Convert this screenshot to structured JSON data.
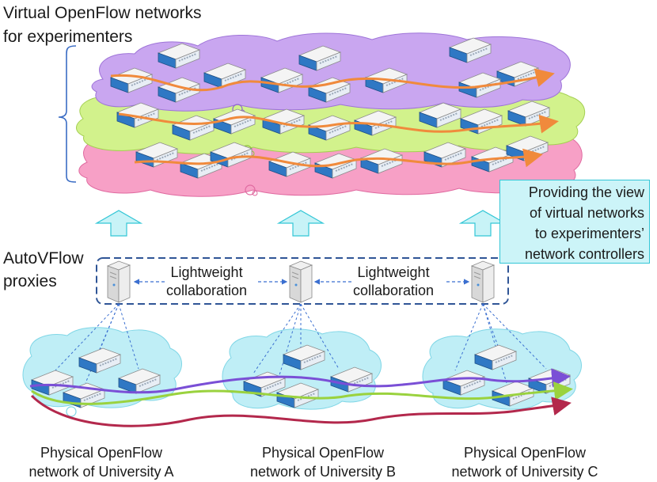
{
  "title": {
    "line1": "Virtual OpenFlow networks",
    "line2": "for experimenters"
  },
  "callout": {
    "lines": [
      "Providing the view",
      "of virtual networks",
      "to experimenters’",
      "network controllers"
    ]
  },
  "proxies_label": {
    "line1": "AutoVFlow",
    "line2": "proxies"
  },
  "collaboration": [
    {
      "line1": "Lightweight",
      "line2": "collaboration"
    },
    {
      "line1": "Lightweight",
      "line2": "collaboration"
    }
  ],
  "physical_networks": [
    {
      "line1": "Physical OpenFlow",
      "line2": "network of University A"
    },
    {
      "line1": "Physical OpenFlow",
      "line2": "network of University B"
    },
    {
      "line1": "Physical OpenFlow",
      "line2": "network of University C"
    }
  ],
  "colors": {
    "virtual_cloud_purple": "#c9a6f0",
    "virtual_cloud_green": "#d2f28c",
    "virtual_cloud_pink": "#f7a0c6",
    "physical_cloud": "#bfeef6",
    "upward_arrow": "#c8f3f7",
    "orange_path": "#f08a3c",
    "purple_path": "#7a4fd6",
    "green_path": "#9ad23e",
    "red_path": "#b3284c",
    "proxy_box_border": "#2f5596",
    "dashed_link": "#3b6fd0"
  },
  "icons": [
    "openflow-switch-icon",
    "proxy-server-icon",
    "upward-arrow-icon",
    "brace-icon"
  ]
}
